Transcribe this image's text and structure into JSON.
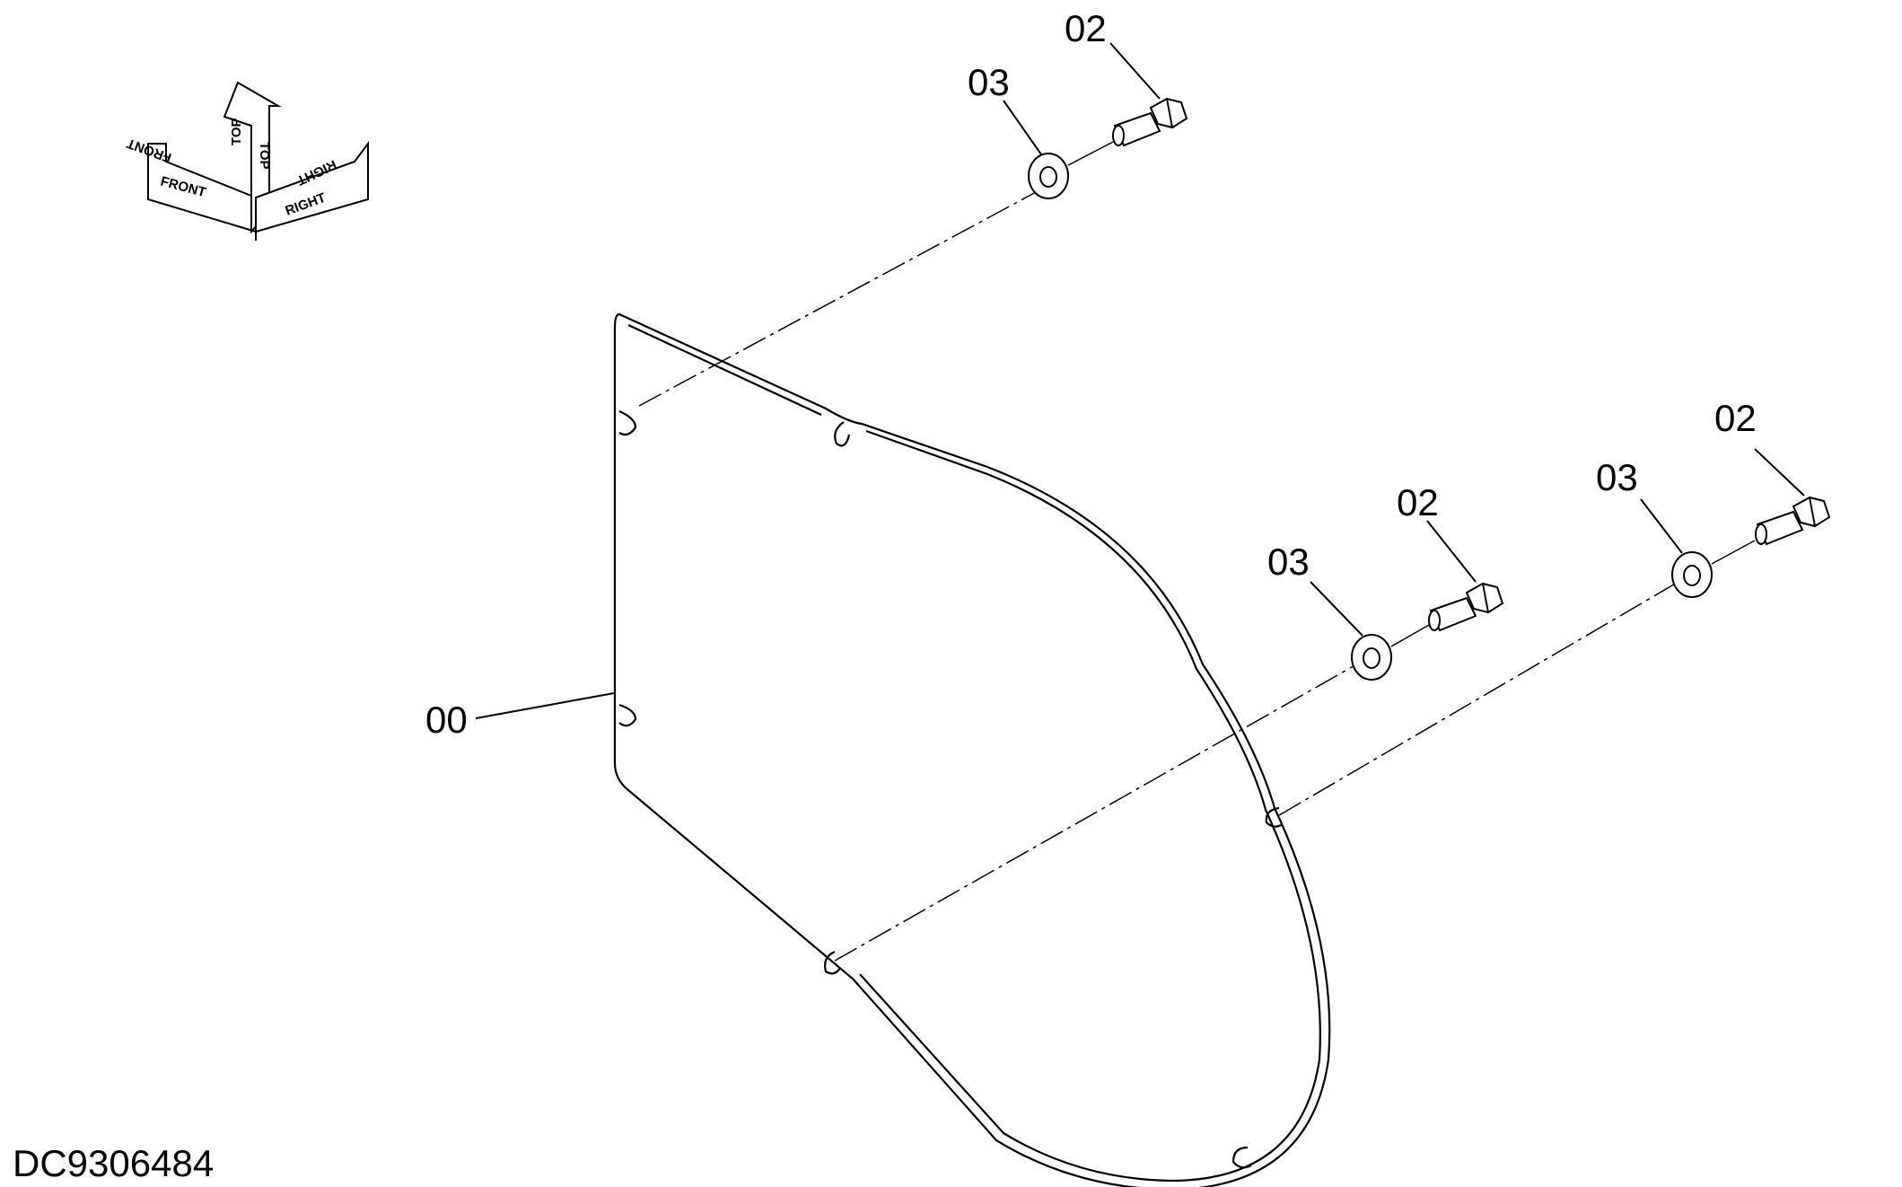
{
  "drawing_id": "DC9306484",
  "orientation_indicator": {
    "labels": {
      "front_mirror": "FRONT",
      "top_mirror": "TOP",
      "top": "TOP",
      "right_mirror": "RIGHT",
      "front": "FRONT",
      "right": "RIGHT"
    }
  },
  "callouts": {
    "cover": "00",
    "bolt_top": "02",
    "washer_top": "03",
    "bolt_mid": "02",
    "washer_mid": "03",
    "bolt_right": "02",
    "washer_right": "03"
  },
  "colors": {
    "line": "#000000",
    "background": "#ffffff"
  }
}
